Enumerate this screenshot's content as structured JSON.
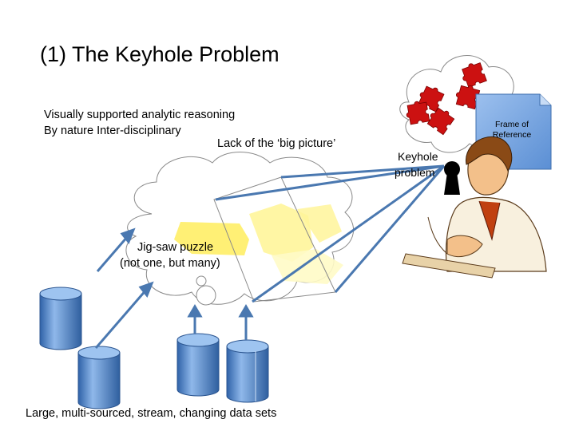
{
  "title": "(1) The Keyhole Problem",
  "lines": {
    "analytic": "Visually supported analytic reasoning",
    "nature": "By nature Inter-disciplinary",
    "big_picture": "Lack of the ‘big picture’"
  },
  "puzzle": {
    "line1": "Jig-saw puzzle",
    "line2": "(not one, but many)"
  },
  "keyhole": {
    "line1": "Keyhole",
    "line2": "problem"
  },
  "frame_of_reference": "Frame of Reference",
  "data_sets": "Large, multi-sourced, stream, changing data sets",
  "colors": {
    "arrow": "#4a78b0",
    "cylinder": "#5b8fd4",
    "puzzle_yellow": "#ffee66",
    "puzzle_red": "#cc1111",
    "frame_fill": "#6b9bd8"
  },
  "icons": [
    "cloud-icon",
    "database-icon",
    "puzzle-piece-icon",
    "keyhole-icon",
    "analyst-person-icon",
    "frame-of-reference-page-icon"
  ]
}
